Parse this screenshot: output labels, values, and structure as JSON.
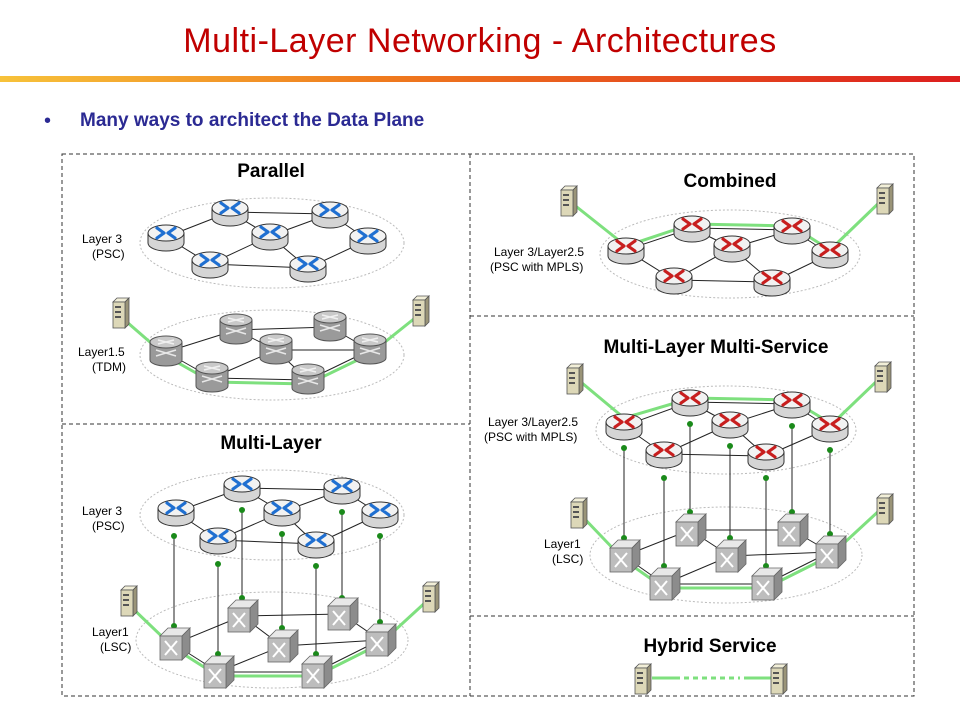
{
  "slide": {
    "title": "Multi-Layer Networking - Architectures",
    "bullet": "Many ways to architect the Data Plane"
  },
  "panels": {
    "parallel": {
      "title": "Parallel",
      "layer_top": [
        "Layer 3",
        "(PSC)"
      ],
      "layer_bottom": [
        "Layer1.5",
        "(TDM)"
      ]
    },
    "combined": {
      "title": "Combined",
      "layer": [
        "Layer 3/Layer2.5",
        "(PSC with MPLS)"
      ]
    },
    "multi_layer": {
      "title": "Multi-Layer",
      "layer_top": [
        "Layer 3",
        "(PSC)"
      ],
      "layer_bottom": [
        "Layer1",
        "(LSC)"
      ]
    },
    "multi_service": {
      "title": "Multi-Layer Multi-Service",
      "layer_top": [
        "Layer 3/Layer2.5",
        "(PSC with MPLS)"
      ],
      "layer_bottom": [
        "Layer1",
        "(LSC)"
      ]
    },
    "hybrid": {
      "title": "Hybrid Service"
    }
  },
  "colors": {
    "title": "#c00000",
    "bullet_text": "#2b2a93",
    "green_path": "#7ee07e",
    "vertical_dot": "#1a8a1a",
    "router_blue": "#1f6fd1",
    "router_red": "#c81e1e",
    "border_dash": "#333333"
  },
  "icons": {
    "server": "server-icon",
    "router": "router-icon",
    "switch_tdm": "tdm-switch-icon",
    "switch_optical": "optical-switch-icon"
  }
}
